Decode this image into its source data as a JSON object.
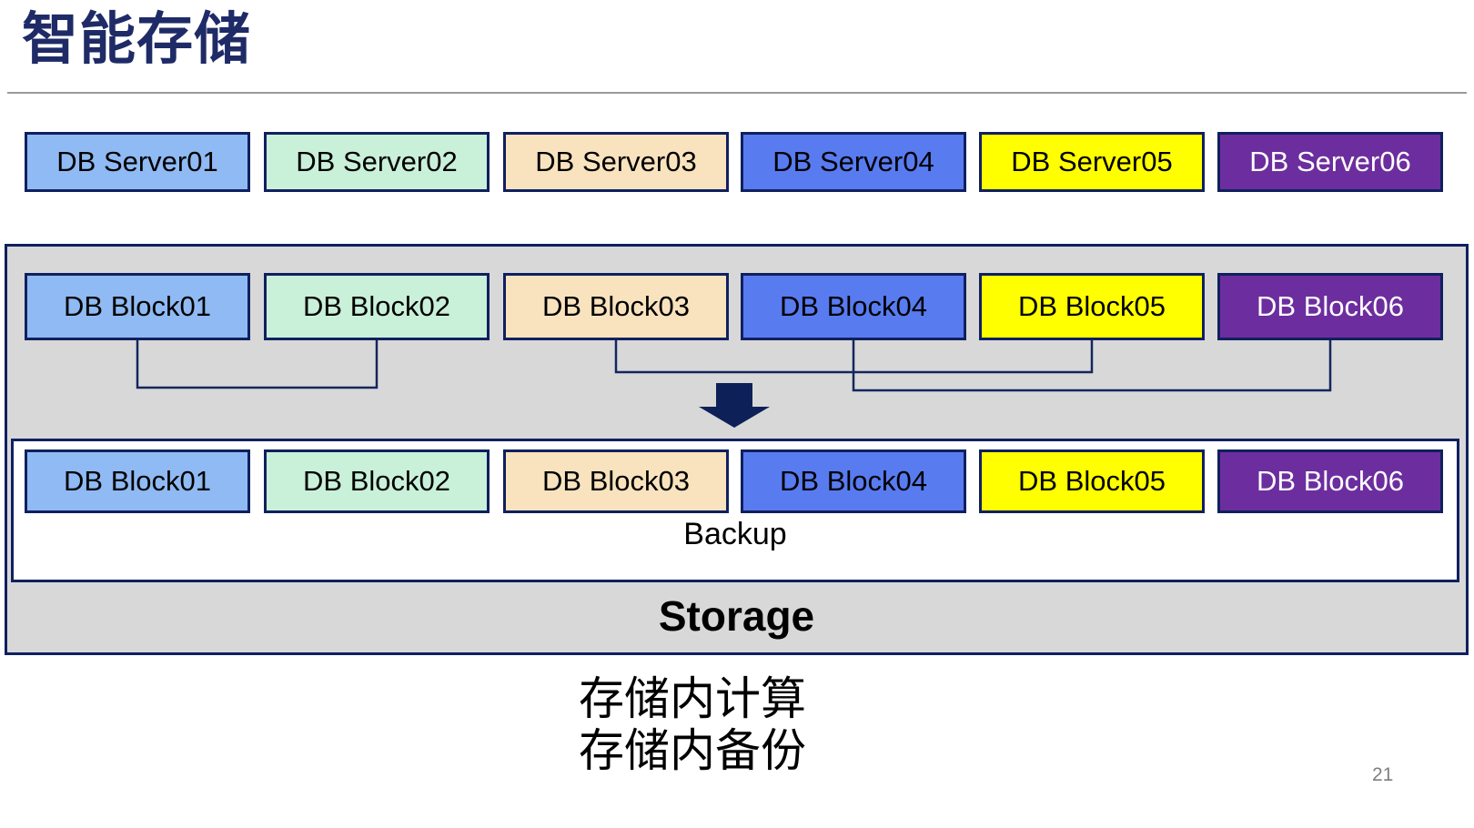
{
  "title": "智能存储",
  "page_number": "21",
  "colors": {
    "title_text": "#1f2b67",
    "box_border": "#10205f",
    "connector_line": "#14265e",
    "arrow_fill": "#0e2058",
    "storage_panel_fill": "#d8d8d8",
    "backup_box_fill": "#ffffff",
    "title_rule": "#9a9a9a",
    "page_number_text": "#7f7f7f",
    "palette": [
      "#8fbaf3",
      "#c9f0d9",
      "#f8e3be",
      "#587bf0",
      "#ffff00",
      "#6c2e9e"
    ]
  },
  "rows": {
    "servers": [
      {
        "label": "DB Server01",
        "fill": "#8fbaf3",
        "text_color": "#000000"
      },
      {
        "label": "DB Server02",
        "fill": "#c9f0d9",
        "text_color": "#000000"
      },
      {
        "label": "DB Server03",
        "fill": "#f8e3be",
        "text_color": "#000000"
      },
      {
        "label": "DB Server04",
        "fill": "#587bf0",
        "text_color": "#000000"
      },
      {
        "label": "DB Server05",
        "fill": "#ffff00",
        "text_color": "#000000"
      },
      {
        "label": "DB Server06",
        "fill": "#6c2e9e",
        "text_color": "#ffffff"
      }
    ],
    "blocks_top": [
      {
        "label": "DB Block01",
        "fill": "#8fbaf3",
        "text_color": "#000000"
      },
      {
        "label": "DB Block02",
        "fill": "#c9f0d9",
        "text_color": "#000000"
      },
      {
        "label": "DB Block03",
        "fill": "#f8e3be",
        "text_color": "#000000"
      },
      {
        "label": "DB Block04",
        "fill": "#587bf0",
        "text_color": "#000000"
      },
      {
        "label": "DB Block05",
        "fill": "#ffff00",
        "text_color": "#000000"
      },
      {
        "label": "DB Block06",
        "fill": "#6c2e9e",
        "text_color": "#ffffff"
      }
    ],
    "blocks_bottom": [
      {
        "label": "DB Block01",
        "fill": "#8fbaf3",
        "text_color": "#000000"
      },
      {
        "label": "DB Block02",
        "fill": "#c9f0d9",
        "text_color": "#000000"
      },
      {
        "label": "DB Block03",
        "fill": "#f8e3be",
        "text_color": "#000000"
      },
      {
        "label": "DB Block04",
        "fill": "#587bf0",
        "text_color": "#000000"
      },
      {
        "label": "DB Block05",
        "fill": "#ffff00",
        "text_color": "#000000"
      },
      {
        "label": "DB Block06",
        "fill": "#6c2e9e",
        "text_color": "#ffffff"
      }
    ]
  },
  "storage_panel": {
    "backup_label": "Backup",
    "storage_label": "Storage"
  },
  "captions": {
    "line1": "存储内计算",
    "line2": "存储内备份"
  }
}
